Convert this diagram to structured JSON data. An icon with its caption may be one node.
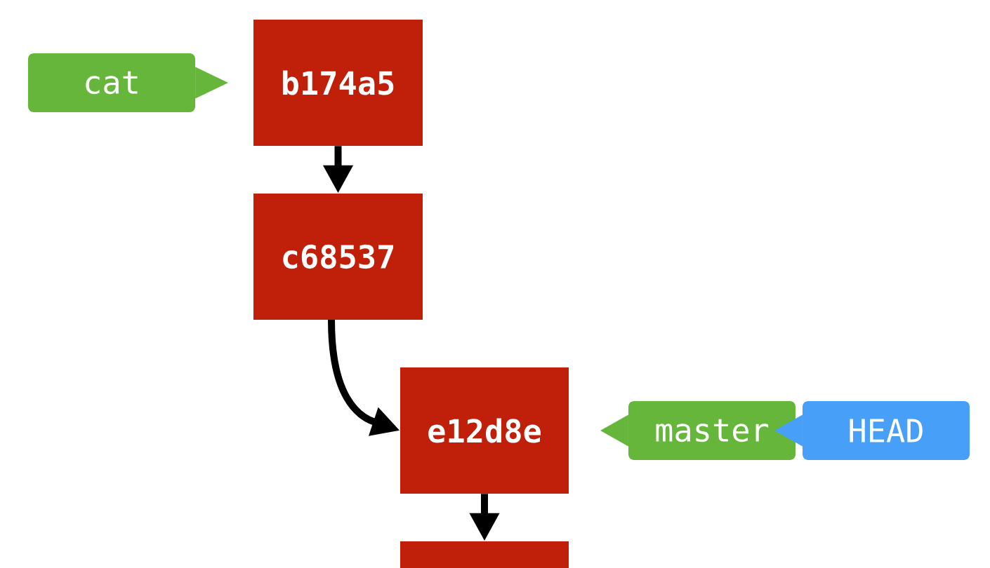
{
  "diagram": {
    "nodes": [
      {
        "text": [
          "cat"
        ]
      },
      {
        "text": [
          "b174a5"
        ]
      },
      {
        "text": [
          "c68537"
        ]
      },
      {
        "text": [
          "e12d8e"
        ]
      },
      {
        "text": [
          "master"
        ]
      },
      {
        "text": [
          "HEAD"
        ]
      },
      {
        "text": [],
        "shape": "box"
      }
    ],
    "edges": [
      {
        "from": 0,
        "to": 1,
        "arrow": "to",
        "color": "#65b63a"
      },
      {
        "from": 1,
        "to": 2,
        "arrow": "to"
      },
      {
        "from": 2,
        "to": 3,
        "arrow": "to"
      },
      {
        "from": 3,
        "to": 6,
        "arrow": "to"
      },
      {
        "from": 4,
        "to": 3,
        "arrow": "to",
        "color": "#65b63a"
      },
      {
        "from": 5,
        "to": 4,
        "arrow": "to",
        "color": "#489ff7"
      }
    ]
  }
}
